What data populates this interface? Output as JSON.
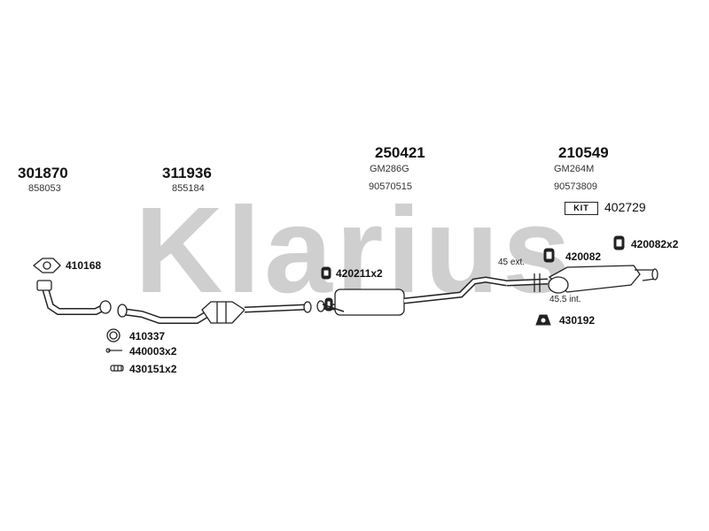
{
  "watermark": {
    "text": "Klarius"
  },
  "groups": [
    {
      "part": "301870",
      "sub": "858053"
    },
    {
      "part": "311936",
      "sub": "855184"
    },
    {
      "part": "250421",
      "sub": [
        "GM286G",
        "90570515"
      ]
    },
    {
      "part": "210549",
      "sub": [
        "GM264M",
        "90573809"
      ]
    }
  ],
  "kit": {
    "badge": "KIT",
    "number": "402729"
  },
  "callouts": {
    "gasket": "410168",
    "ring": "410337",
    "bolt": "440003x2",
    "spring": "430151x2",
    "hanger_mid": "420211x2",
    "hanger_rear1": "420082",
    "hanger_rear2": "420082x2",
    "clamp": "430192"
  },
  "dimensions": {
    "ext": "45 ext.",
    "int": "45.5 int."
  },
  "colors": {
    "watermark": "#cfcfcf",
    "ink": "#111111",
    "pipe_fill": "#ffffff"
  }
}
